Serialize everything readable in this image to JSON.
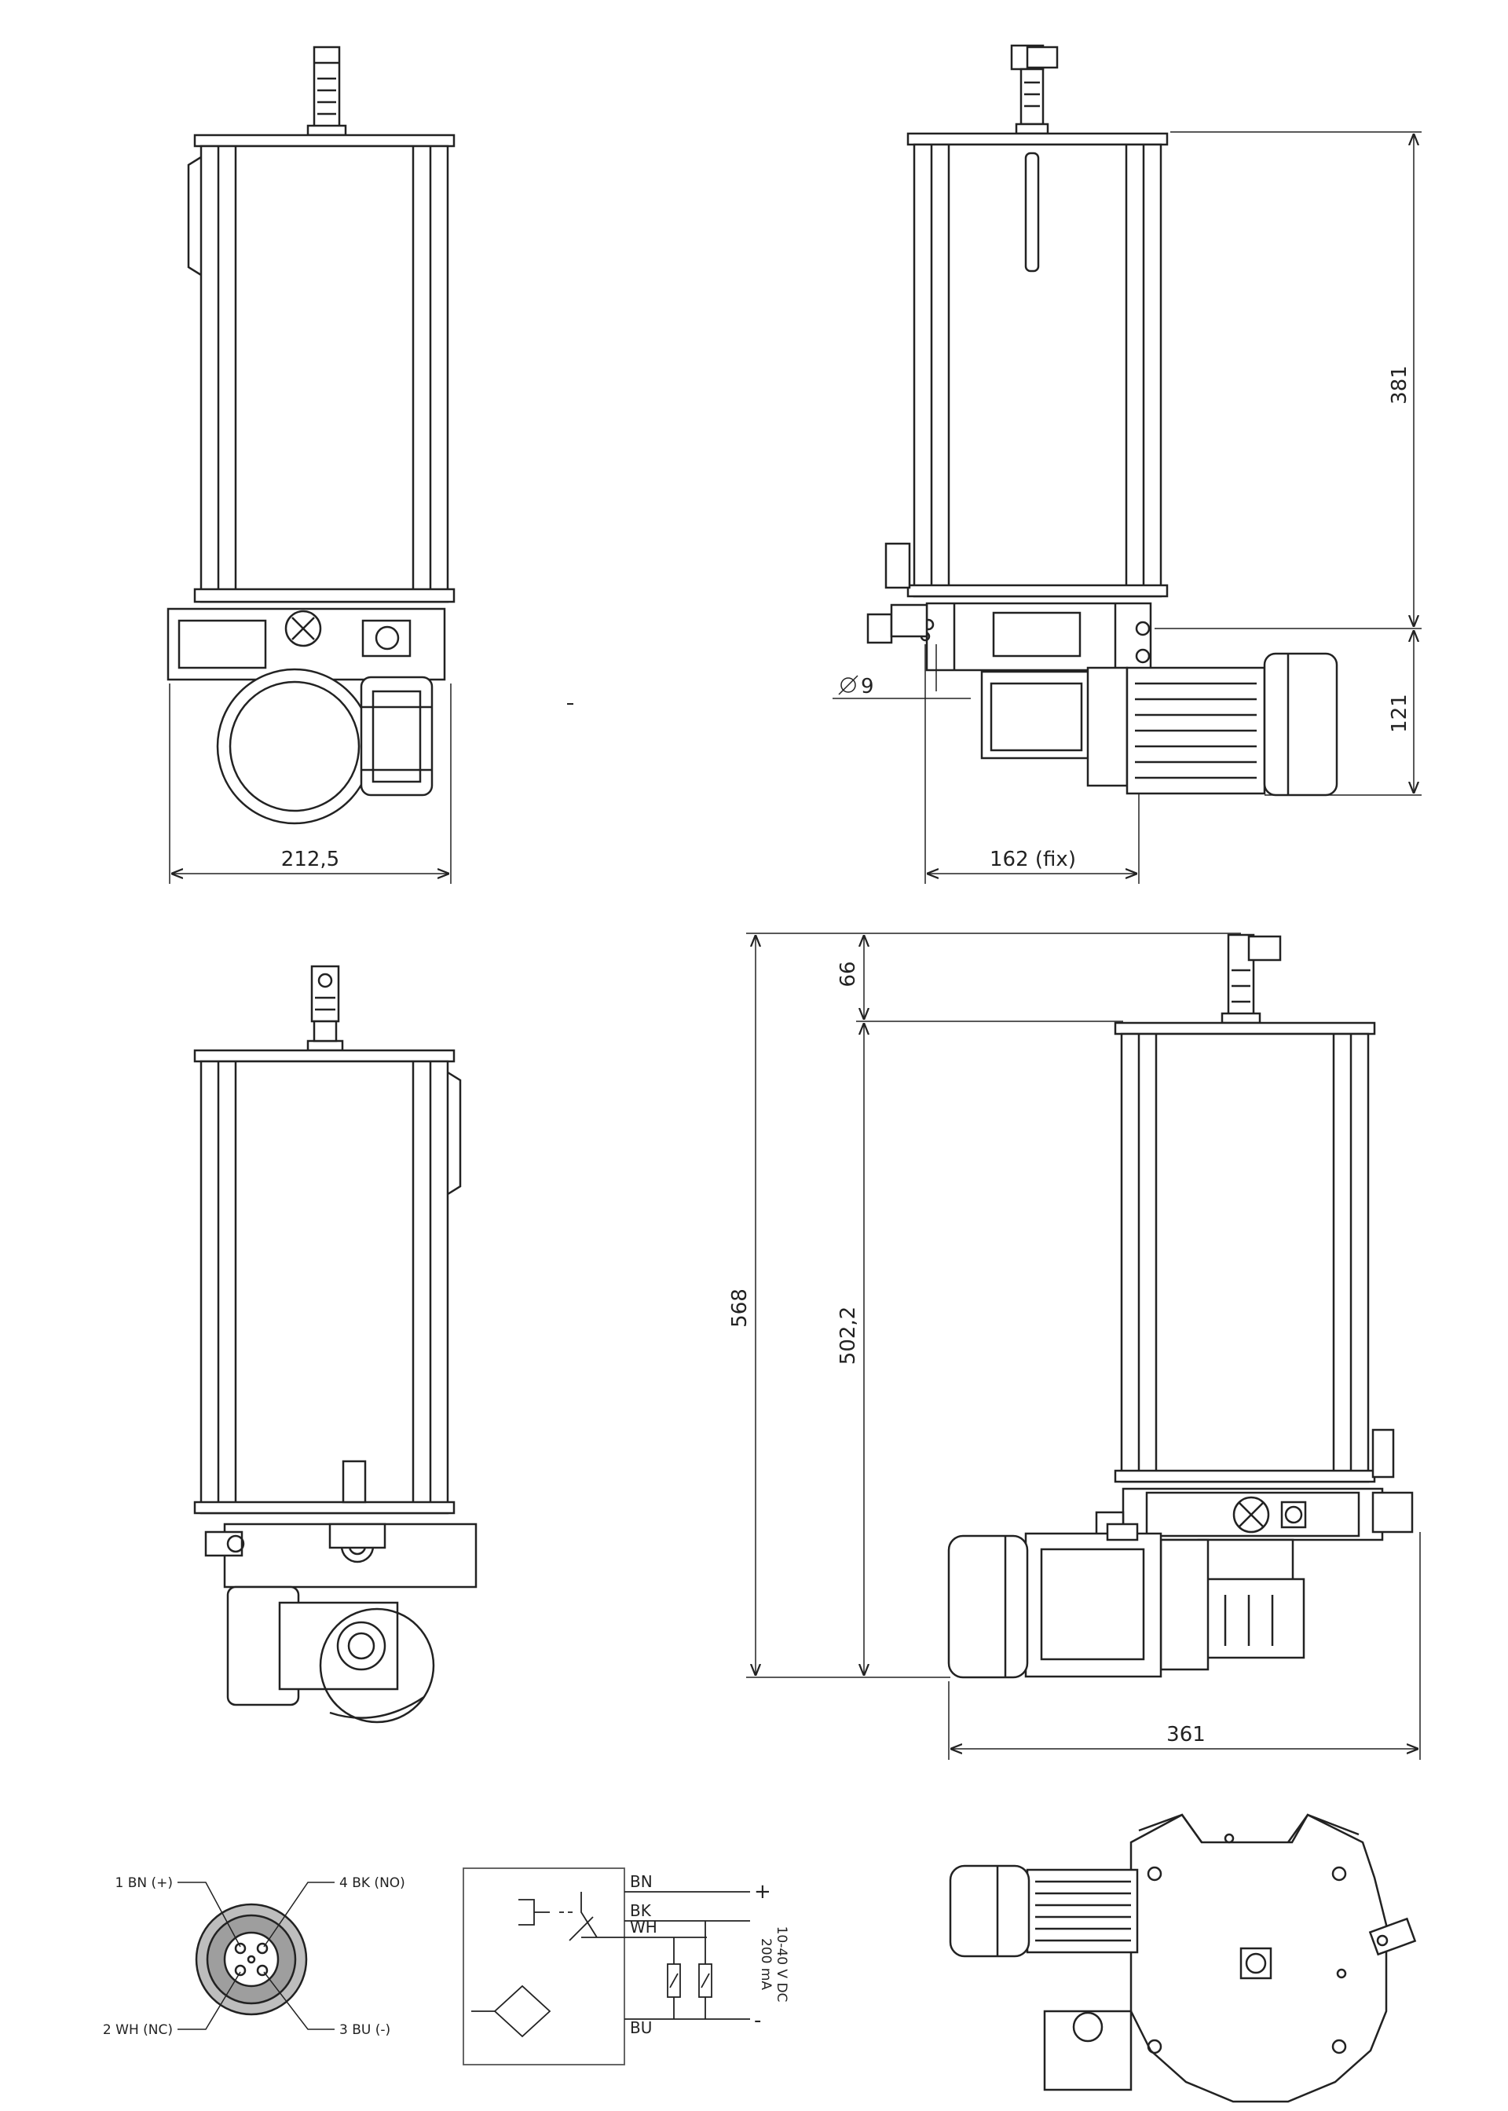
{
  "dimensions": {
    "width_side": "212,5",
    "height_reservoir": "381",
    "height_base": "121",
    "hole_diameter": "9",
    "mount_fix": "162 (fix)",
    "top_connector": "66",
    "height_total": "568",
    "height_body": "502,2",
    "width_total": "361"
  },
  "connector_pins": {
    "pin1": "1 BN (+)",
    "pin2": "2 WH (NC)",
    "pin3": "3 BU (-)",
    "pin4": "4 BK (NO)"
  },
  "schematic": {
    "wire_bn": "BN",
    "wire_bk": "BK",
    "wire_wh": "WH",
    "wire_bu": "BU",
    "plus": "+",
    "minus": "-",
    "supply_voltage": "10-40 V DC",
    "supply_current": "200 mA"
  }
}
